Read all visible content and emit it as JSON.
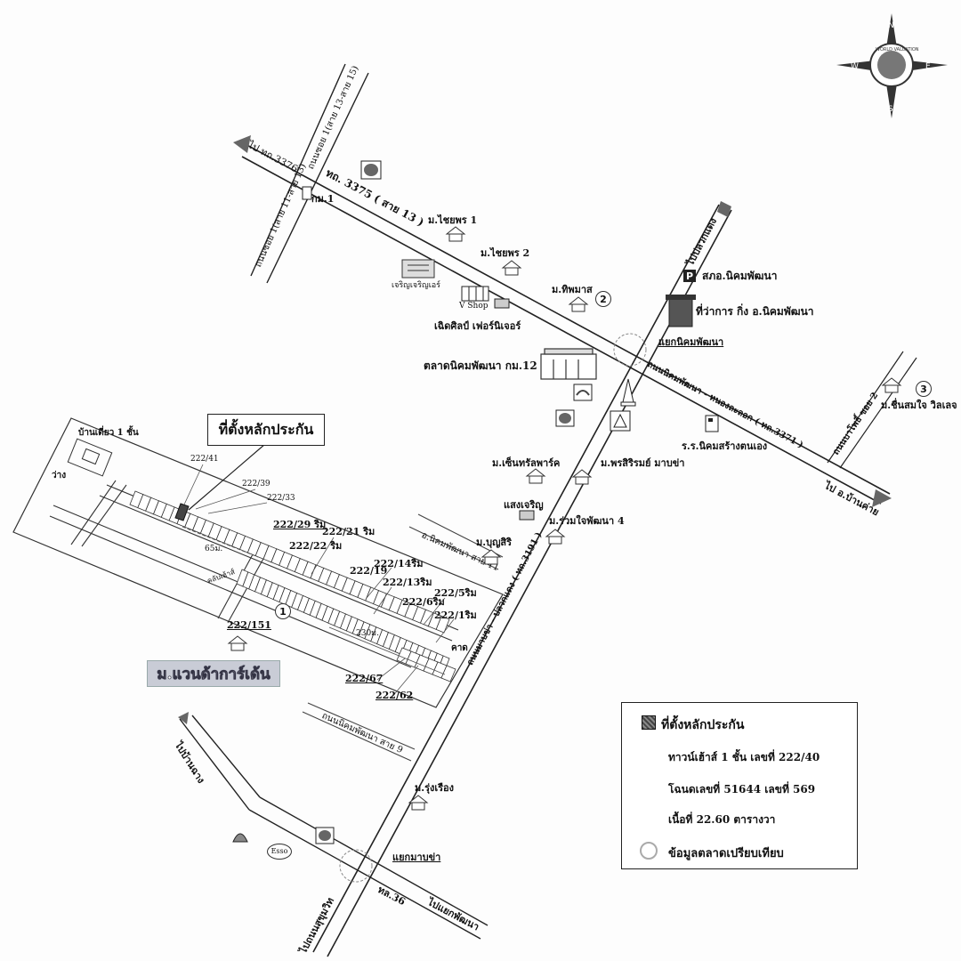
{
  "roads": {
    "to_tor_3376": "ไป ทถ.3376",
    "soi_13_15": "ถนนซอย 1(สาย 13-สาย 15)",
    "soi_11_13": "ถนนซอย 1(สาย 11-สาย 13)",
    "hwy_3375": "ทถ. 3375 ( สาย 13 )",
    "km1": "กม.1",
    "to_pluak_daeng": "ไปปลวกแดง",
    "nikhom_nongla": "ถนนนิคมพัฒนา - หนองละลอก ( ทถ.3371 )",
    "to_ban_khai": "ไป อ.บ้านค่าย",
    "soi_2": "ถนนบาโพธิ์ ซอย 2",
    "pluak_daeng_rd": "ถนนมาบข่า - ปลวกแดง ( ทถ.3191 )",
    "sai_11": "อ.นิคมพัฒนา สาย 11",
    "sai_9": "ถนนนิคมพัฒนา สาย 9",
    "to_ban_chang": "ไปบ้านฉาง",
    "to_sukhumvit": "ไปถนนสุขุมวิท",
    "tor_36": "ทล.36",
    "to_yaek_phanna": "ไปแยกพัฒนา",
    "yaek_mabkha": "แยกมาบข่า",
    "yaek_nikhom": "แยกนิคมพัฒนา"
  },
  "places": {
    "chaiyaporn1": "ม.ไชยพร 1",
    "chaiyaporn2": "ม.ไชยพร 2",
    "thipmat": "ม.ทิพมาส",
    "charoen": "เจริญเจริญเอร์",
    "vshop": "V Shop",
    "furniture": "เฉิดศิลป์ เฟอร์นิเจอร์",
    "police": "สภอ.นิคมพัฒนา",
    "district_office": "ที่ว่าการ กิ่ง อ.นิคมพัฒนา",
    "market": "ตลาดนิคมพัฒนา กม.12",
    "chuen_samjai": "ม.ชื่นสมใจ วิลเลจ",
    "school": "ร.ร.นิคมสร้างตนเอง",
    "central_park": "ม.เซ็นทรัลพาร์ค",
    "porn_siri": "ม.พรสิริรมย์ มาบข่า",
    "saeng_charoen": "แสงเจริญ",
    "ruamjai": "ม.ร่วมใจพัฒนา 4",
    "boonsiri": "ม.บุญสิริ",
    "rung_rueang": "ม.รุ่งเรือง",
    "esso": "Esso"
  },
  "site": {
    "callout": "ที่ตั้งหลักประกัน",
    "house_label": "บ้านเดี่ยว 1 ชั้น",
    "vacant": "ว่าง",
    "vacant2": "คาด",
    "village": "ม.แวนด้าการ์เด้น",
    "dist_65": "65ม.",
    "dist_230": "230ม.",
    "club": "คลับเฮ้าส์",
    "units": {
      "u41": "222/41",
      "u39": "222/39",
      "u33": "222/33",
      "u29": "222/29 ริม",
      "u21": "222/21 ริม",
      "u22": "222/22 ริม",
      "u19": "222/19",
      "u14": "222/14ริม",
      "u13": "222/13ริม",
      "u5": "222/5ริม",
      "u6": "222/6ริม",
      "u1": "222/1ริม",
      "u151": "222/151",
      "u67": "222/67",
      "u62": "222/62"
    }
  },
  "badges": {
    "b1": "1",
    "b2": "2",
    "b3": "3"
  },
  "legend": {
    "title": "ที่ตั้งหลักประกัน",
    "line1": "ทาวน์เฮ้าส์ 1 ชั้น เลขที่ 222/40",
    "line2": "โฉนดเลขที่ 51644 เลขที่ 569",
    "line3": "เนื้อที่ 22.60 ตารางวา",
    "market_data": "ข้อมูลตลาดเปรียบเทียบ"
  },
  "compass": {
    "n": "N",
    "s": "S",
    "e": "E",
    "w": "W",
    "brand": "WORLD VALUATION"
  },
  "parking_letter": "P",
  "colors": {
    "road": "#222222",
    "collateral": "#444444",
    "village_box": "#c9ccd6",
    "circle": "#aaaaaa"
  }
}
